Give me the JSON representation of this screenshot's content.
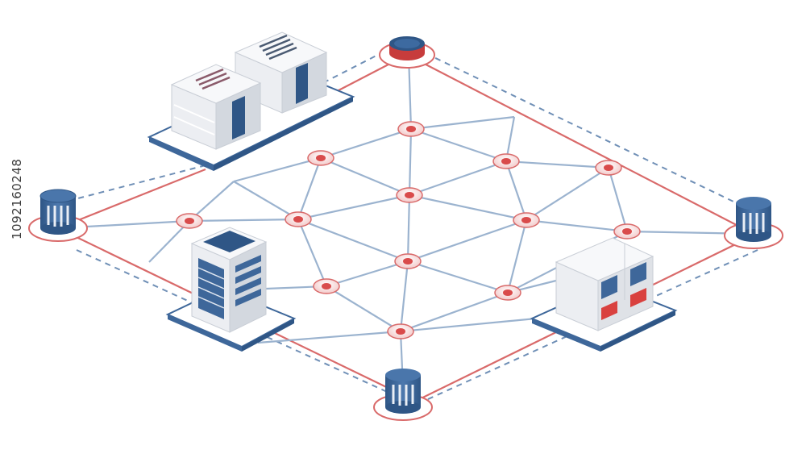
{
  "image_id_text": "1092160248",
  "colors": {
    "background": "#ffffff",
    "red_line": "#d96a6a",
    "blue_line": "#9bb3cf",
    "dashed_line": "#6f8fb6",
    "node_fill": "#d94b4b",
    "node_ring": "#e9a3a3",
    "server_face_light": "#f3f4f6",
    "server_face_mid": "#dfe2e7",
    "server_face_dark": "#c9ced6",
    "accent_blue": "#3e679a",
    "accent_red": "#d9413f"
  },
  "icons": {
    "servers_top_left": "server-rack-pair-icon",
    "building_left": "office-building-icon",
    "building_right": "data-center-icon",
    "database": "database-cylinder-icon",
    "hub_top": "router-puck-icon",
    "mesh_node": "network-node-icon"
  },
  "diagram": {
    "node_count": 14,
    "database_count": 3,
    "server_blocks": 3
  }
}
